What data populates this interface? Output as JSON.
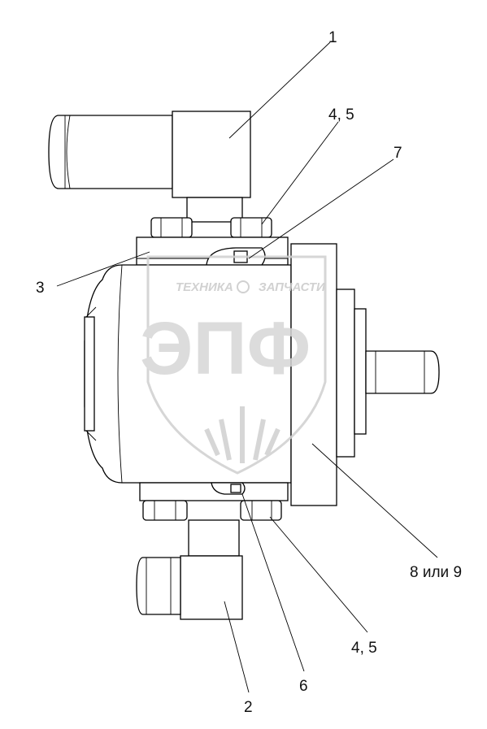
{
  "watermark": {
    "line1_left": "ТЕХНИКА",
    "line1_right": "ЗАПЧАСТИ",
    "logo_big": "ЭПФ",
    "color": "#cfcfcf"
  },
  "callouts": [
    {
      "id": "c1",
      "label": "1"
    },
    {
      "id": "c45top",
      "label": "4, 5"
    },
    {
      "id": "c7",
      "label": "7"
    },
    {
      "id": "c3",
      "label": "3"
    },
    {
      "id": "c89",
      "label": "8 или 9"
    },
    {
      "id": "c45bot",
      "label": "4, 5"
    },
    {
      "id": "c6",
      "label": "6"
    },
    {
      "id": "c2",
      "label": "2"
    }
  ]
}
